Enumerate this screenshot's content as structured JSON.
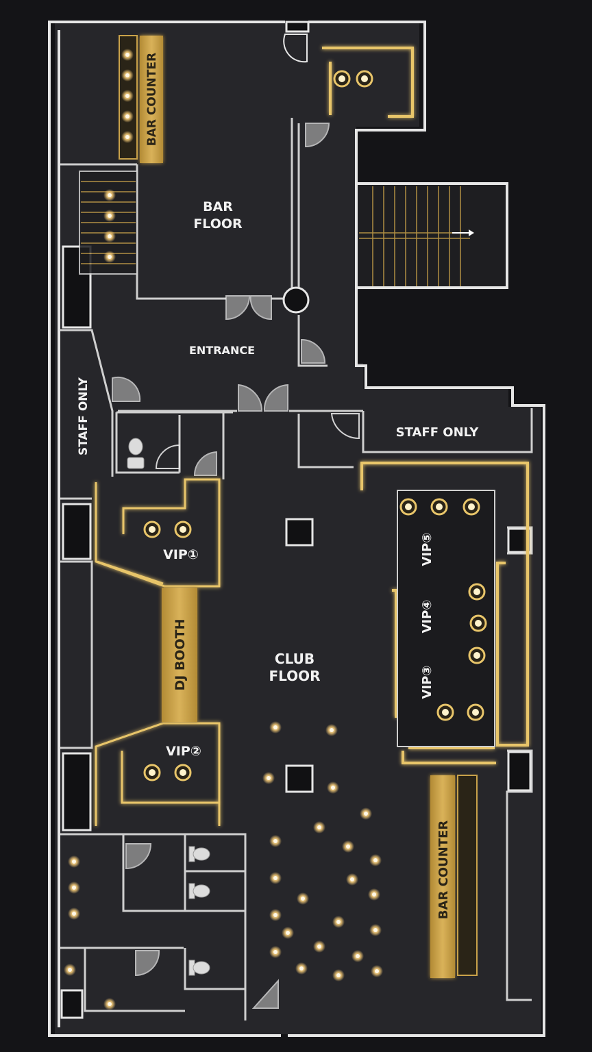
{
  "labels": {
    "bar_counter_top": "BAR COUNTER",
    "bar_floor_line1": "BAR",
    "bar_floor_line2": "FLOOR",
    "entrance": "ENTRANCE",
    "staff_only_left": "STAFF ONLY",
    "staff_only_right": "STAFF ONLY",
    "vip1": "VIP①",
    "vip2": "VIP②",
    "vip3": "VIP③",
    "vip4": "VIP④",
    "vip5": "VIP⑤",
    "dj_booth": "DJ BOOTH",
    "club_floor_line1": "CLUB",
    "club_floor_line2": "FLOOR",
    "bar_counter_bottom": "BAR COUNTER"
  },
  "colors": {
    "background": "#141417",
    "floor": "#26262a",
    "wall": "#e6e6e6",
    "gold": "#c9a24a",
    "gold_light": "#e8c56a",
    "glow": "#ffd27a"
  }
}
